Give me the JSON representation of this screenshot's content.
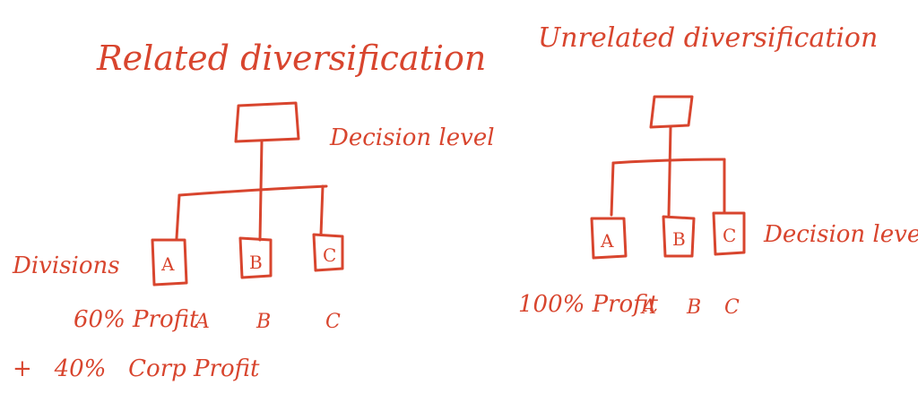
{
  "ink_color": "#d8452e",
  "left": {
    "title": "Related diversification",
    "decision_label": "Decision level",
    "divisions_label": "Divisions",
    "boxes": [
      "A",
      "B",
      "C"
    ],
    "profit_row": {
      "prefix": "60% Profit",
      "letters": [
        "A",
        "B",
        "C"
      ]
    },
    "corp_row": "+   40%   Corp Profit"
  },
  "right": {
    "title": "Unrelated diversification",
    "decision_label": "Decision level",
    "boxes": [
      "A",
      "B",
      "C"
    ],
    "profit_row": {
      "prefix": "100% Profit",
      "letters": [
        "A",
        "B",
        "C"
      ]
    }
  }
}
